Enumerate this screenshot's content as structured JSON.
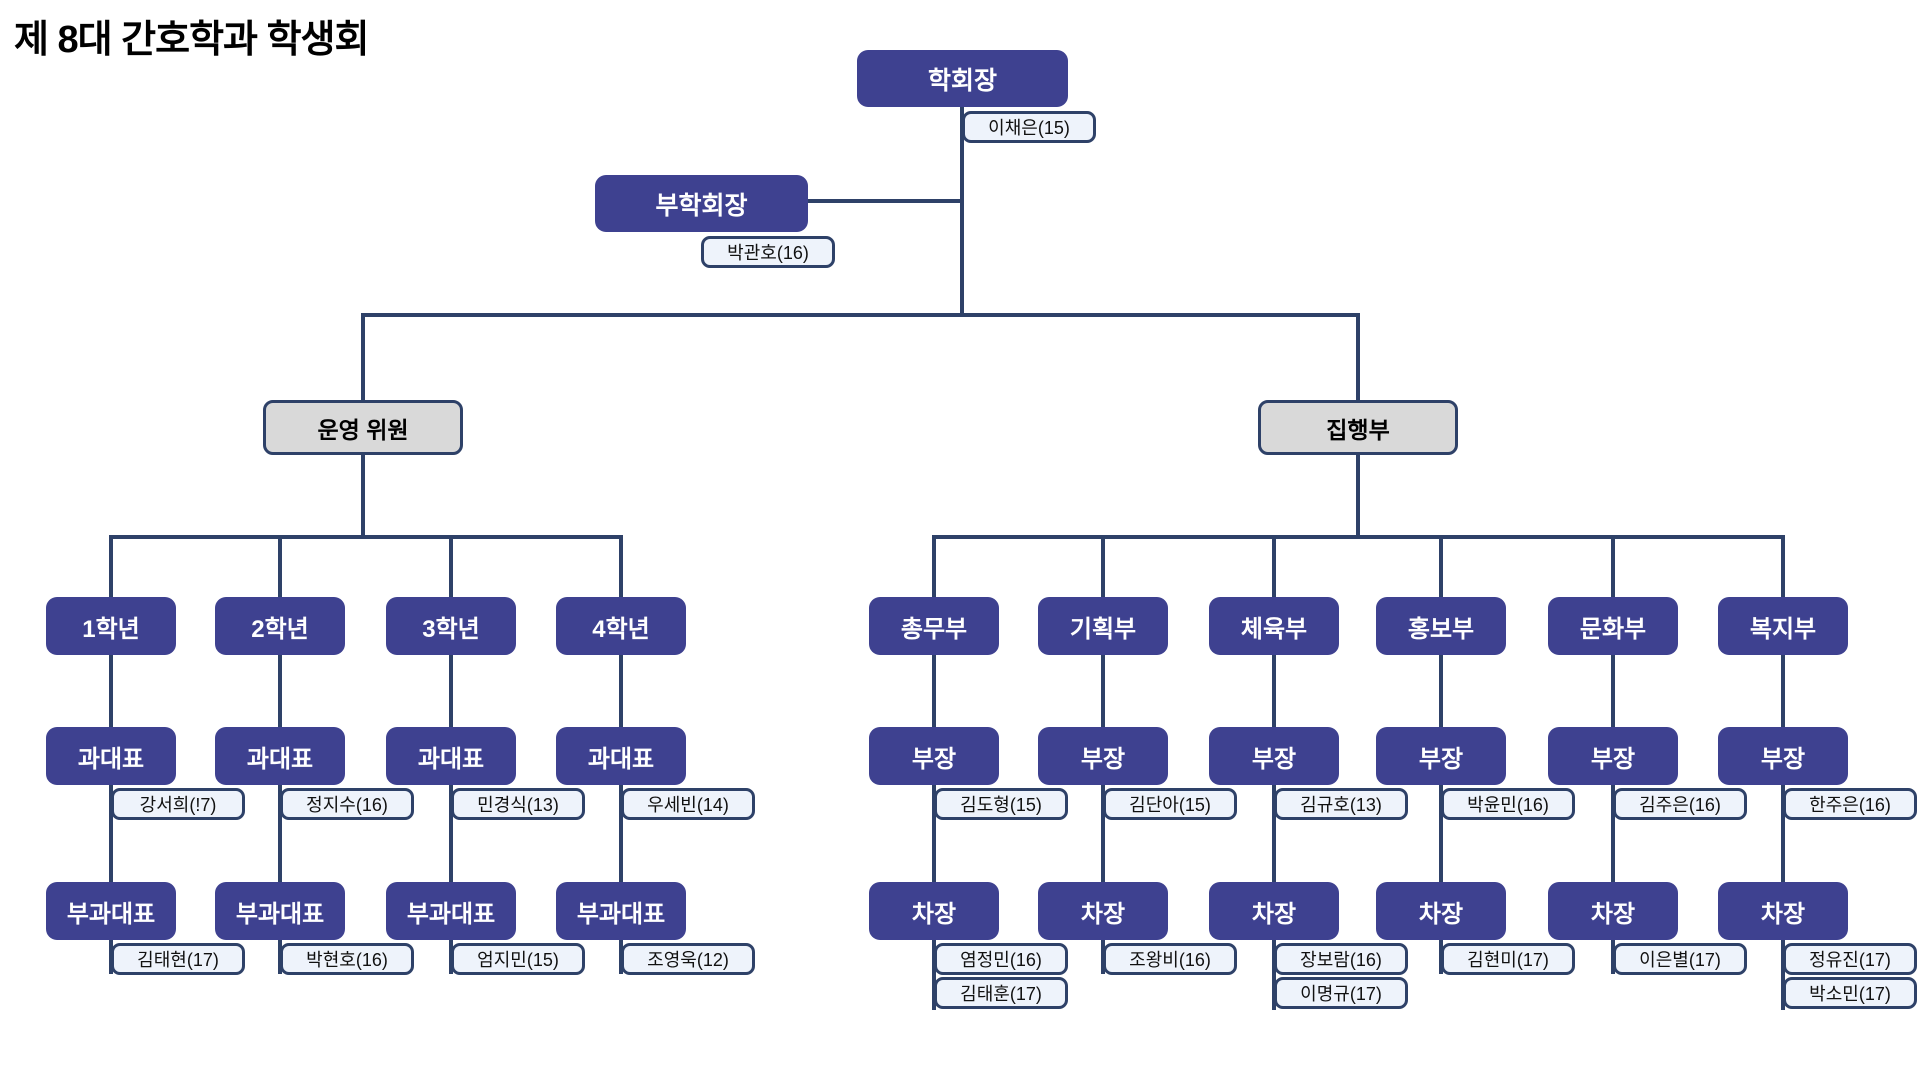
{
  "title": "제 8대 간호학과 학생회",
  "colors": {
    "box": "#3e4190",
    "line": "#2e4168",
    "label_bg": "#eef3fb",
    "hub_bg": "#d9d9d9"
  },
  "top": {
    "president_role": "학회장",
    "president_name": "이채은(15)",
    "vp_role": "부학회장",
    "vp_name": "박관호(16)"
  },
  "left_branch": {
    "label": "운영 위원",
    "columns": [
      {
        "unit": "1학년",
        "lead_role": "과대표",
        "lead_names": [
          "강서희(!7)"
        ],
        "sub_role": "부과대표",
        "sub_names": [
          "김태현(17)"
        ]
      },
      {
        "unit": "2학년",
        "lead_role": "과대표",
        "lead_names": [
          "정지수(16)"
        ],
        "sub_role": "부과대표",
        "sub_names": [
          "박현호(16)"
        ]
      },
      {
        "unit": "3학년",
        "lead_role": "과대표",
        "lead_names": [
          "민경식(13)"
        ],
        "sub_role": "부과대표",
        "sub_names": [
          "엄지민(15)"
        ]
      },
      {
        "unit": "4학년",
        "lead_role": "과대표",
        "lead_names": [
          "우세빈(14)"
        ],
        "sub_role": "부과대표",
        "sub_names": [
          "조영욱(12)"
        ]
      }
    ]
  },
  "right_branch": {
    "label": "집행부",
    "columns": [
      {
        "unit": "총무부",
        "lead_role": "부장",
        "lead_names": [
          "김도형(15)"
        ],
        "sub_role": "차장",
        "sub_names": [
          "염정민(16)",
          "김태훈(17)"
        ]
      },
      {
        "unit": "기획부",
        "lead_role": "부장",
        "lead_names": [
          "김단아(15)"
        ],
        "sub_role": "차장",
        "sub_names": [
          "조왕비(16)"
        ]
      },
      {
        "unit": "체육부",
        "lead_role": "부장",
        "lead_names": [
          "김규호(13)"
        ],
        "sub_role": "차장",
        "sub_names": [
          "장보람(16)",
          "이명규(17)"
        ]
      },
      {
        "unit": "홍보부",
        "lead_role": "부장",
        "lead_names": [
          "박윤민(16)"
        ],
        "sub_role": "차장",
        "sub_names": [
          "김현미(17)"
        ]
      },
      {
        "unit": "문화부",
        "lead_role": "부장",
        "lead_names": [
          "김주은(16)"
        ],
        "sub_role": "차장",
        "sub_names": [
          "이은별(17)"
        ]
      },
      {
        "unit": "복지부",
        "lead_role": "부장",
        "lead_names": [
          "한주은(16)"
        ],
        "sub_role": "차장",
        "sub_names": [
          "정유진(17)",
          "박소민(17)"
        ]
      }
    ]
  }
}
